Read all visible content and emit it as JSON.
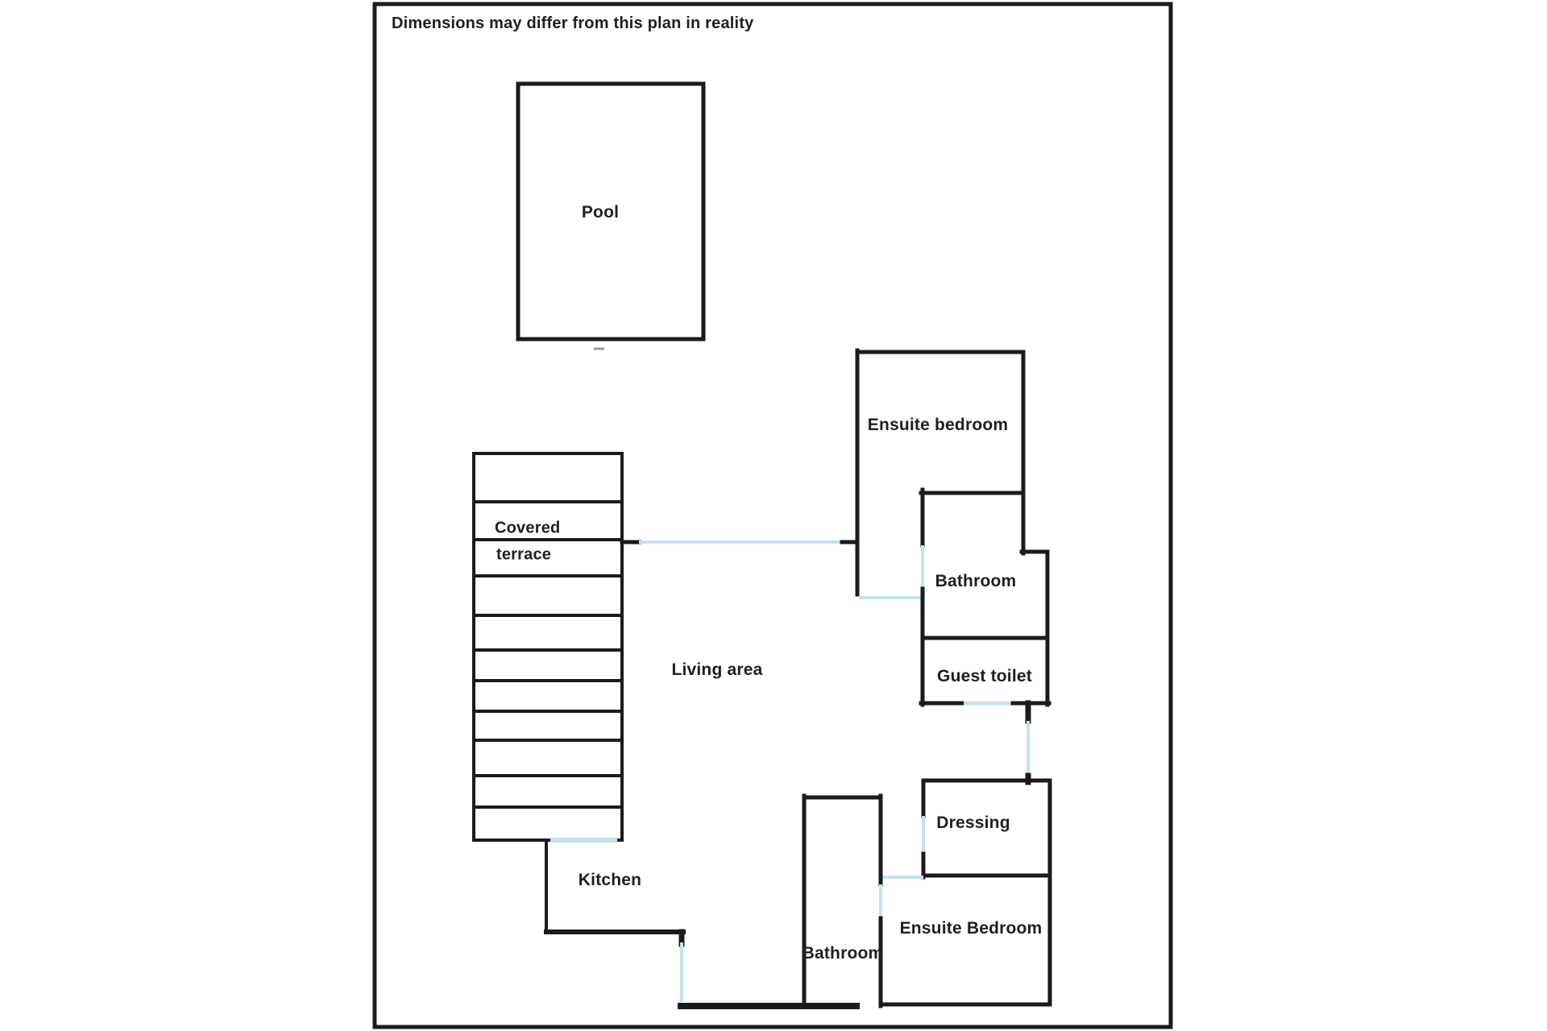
{
  "disclaimer": "Dimensions may differ from this plan in reality",
  "colors": {
    "wall": "#1b1b1b",
    "door": "#c2e3ed",
    "text": "#1f1f1f",
    "background": "#ffffff"
  },
  "rooms": {
    "pool": "Pool",
    "covered_terrace_line1": "Covered",
    "covered_terrace_line2": "terrace",
    "living_area": "Living area",
    "kitchen": "Kitchen",
    "ensuite_bedroom_upper": "Ensuite bedroom",
    "bathroom_upper": "Bathroom",
    "guest_toilet": "Guest toilet",
    "dressing": "Dressing",
    "ensuite_bedroom_lower": "Ensuite Bedroom",
    "bathroom_lower": "Bathroom"
  }
}
